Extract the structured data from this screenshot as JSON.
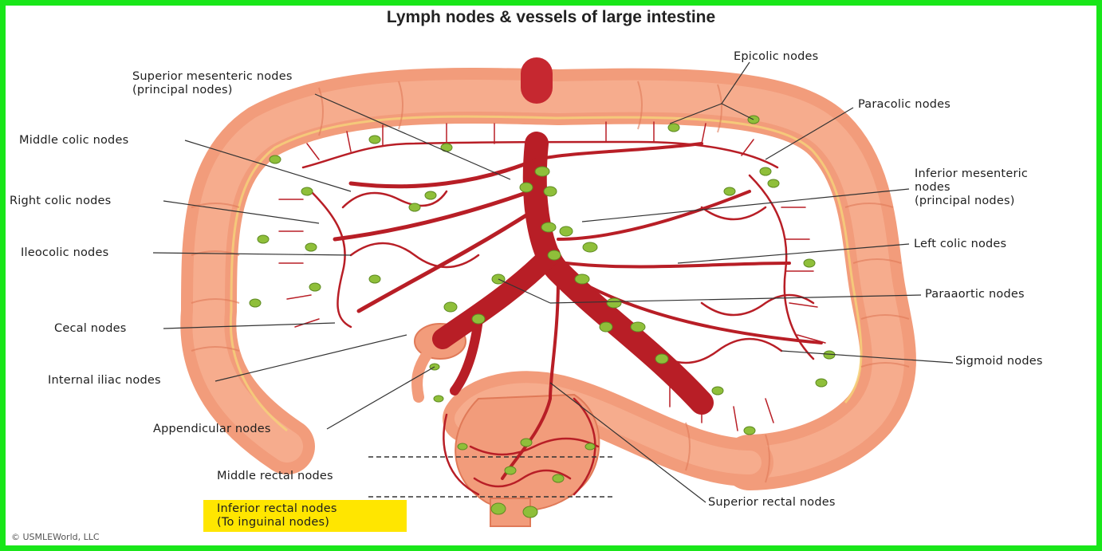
{
  "title": "Lymph nodes & vessels of large intestine",
  "labels": {
    "superior_mesenteric": "Superior mesenteric nodes\n(principal nodes)",
    "middle_colic": "Middle colic nodes",
    "right_colic": "Right colic nodes",
    "ileocolic": "Ileocolic nodes",
    "cecal": "Cecal nodes",
    "internal_iliac": "Internal iliac nodes",
    "appendicular": "Appendicular nodes",
    "middle_rectal": "Middle rectal nodes",
    "inferior_rectal": "Inferior rectal nodes\n(To inguinal nodes)",
    "epicolic": "Epicolic nodes",
    "paracolic": "Paracolic nodes",
    "inferior_mesenteric": "Inferior mesenteric\nnodes\n(principal nodes)",
    "left_colic": "Left colic nodes",
    "paraaortic": "Paraaortic nodes",
    "sigmoid": "Sigmoid nodes",
    "superior_rectal": "Superior rectal nodes"
  },
  "copyright": "© USMLEWorld, LLC",
  "colors": {
    "frame": "#19e619",
    "colon": "#f4a07e",
    "colon_dark": "#e07a58",
    "artery": "#b81e26",
    "node": "#8fbf3a",
    "highlight": "#ffe600"
  }
}
